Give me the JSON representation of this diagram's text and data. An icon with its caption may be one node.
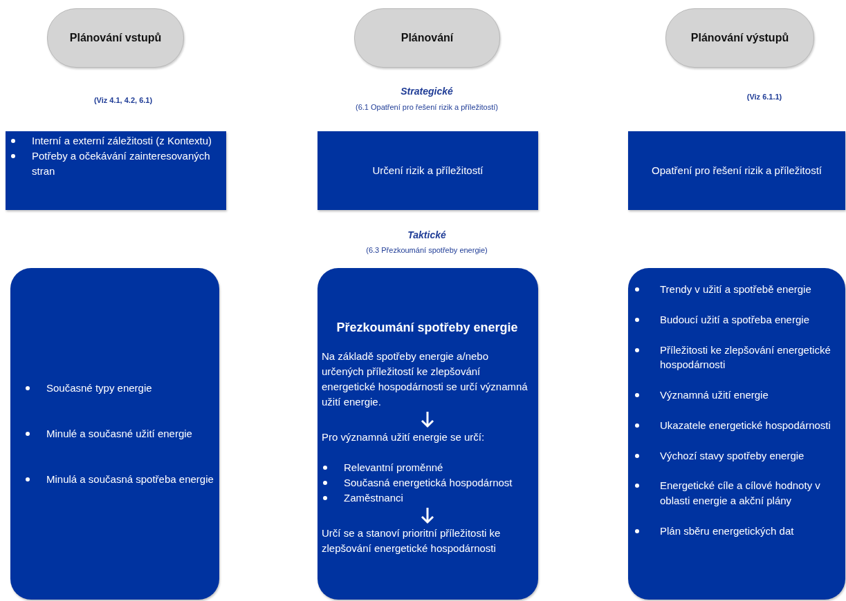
{
  "diagram": {
    "nodes": [
      {
        "text": [
          "Plánování vstupů"
        ]
      },
      {
        "text": [
          "Plánování"
        ]
      },
      {
        "text": [
          "Plánování výstupů"
        ]
      },
      {
        "text": [
          "Interní a externí záležitosti (z Kontextu)",
          "Potřeby a očekávání zainteresovaných stran"
        ]
      },
      {
        "text": [
          "Určení rizik a příležitostí"
        ]
      },
      {
        "text": [
          "Opatření pro řešení rizik a příležitostí"
        ]
      },
      {
        "text": [
          "Současné typy energie",
          "Minulé a současné užití energie",
          "Minulá a současná spotřeba energie"
        ]
      },
      {
        "text": [
          "Přezkoumání spotřeby energie",
          "Na základě spotřeby energie a/nebo určených příležitostí ke zlepšování energetické hospodárnosti se určí významná užití energie.",
          "Pro významná užití energie se určí:",
          "Relevantní proměnné",
          "Současná energetická hospodárnost",
          "Zaměstnanci",
          "Určí se a stanoví prioritní příležitosti ke zlepšování energetické hospodárnosti"
        ]
      },
      {
        "text": [
          "Trendy v užití a spotřebě energie",
          "Budoucí užití a spotřeba energie",
          "Příležitosti ke zlepšování energetické hospodárnosti",
          "Významná užití energie",
          "Ukazatele energetické hospodárnosti",
          "Výchozí stavy spotřeby energie",
          "Energetické cíle a cílové hodnoty v oblasti energie a akční plány",
          "Plán sběru energetických dat"
        ]
      }
    ],
    "labels": [
      "(Viz 4.1, 4.2, 6.1)",
      "Strategické",
      "(6.1 Opatření pro řešení rizik a příležitostí)",
      "(Viz 6.1.1)",
      "Taktické",
      "(6.3 Přezkoumání spotřeby energie)"
    ]
  }
}
